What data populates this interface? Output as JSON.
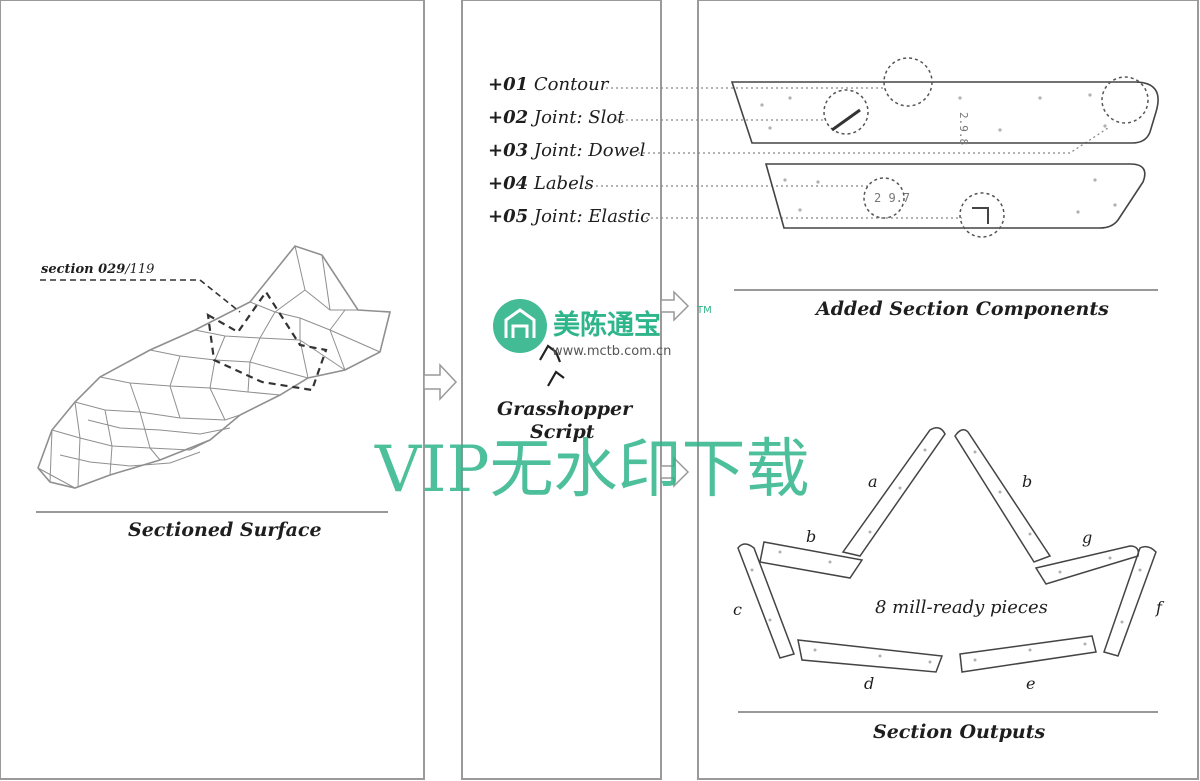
{
  "panels": {
    "left": {
      "section_label": "section 029",
      "section_total": "/119",
      "caption": "Sectioned Surface"
    },
    "middle": {
      "components": [
        {
          "code": "+01",
          "name": "Contour"
        },
        {
          "code": "+02",
          "name": "Joint: Slot"
        },
        {
          "code": "+03",
          "name": "Joint: Dowel"
        },
        {
          "code": "+04",
          "name": "Labels"
        },
        {
          "code": "+05",
          "name": "Joint: Elastic"
        }
      ],
      "script_line1": "Grasshopper",
      "script_line2": "Script"
    },
    "right": {
      "added_caption": "Added Section Components",
      "outputs_caption": "Section Outputs",
      "pieces_label": "8 mill-ready pieces",
      "piece_letters": [
        "a",
        "b",
        "b",
        "g",
        "c",
        "f",
        "d",
        "e"
      ]
    }
  },
  "watermark": {
    "logo_name": "美陈通宝",
    "logo_tm": "TM",
    "logo_url": "www.mctb.com.cn",
    "banner": "VIP无水印下载",
    "color": "#2fb58a"
  }
}
